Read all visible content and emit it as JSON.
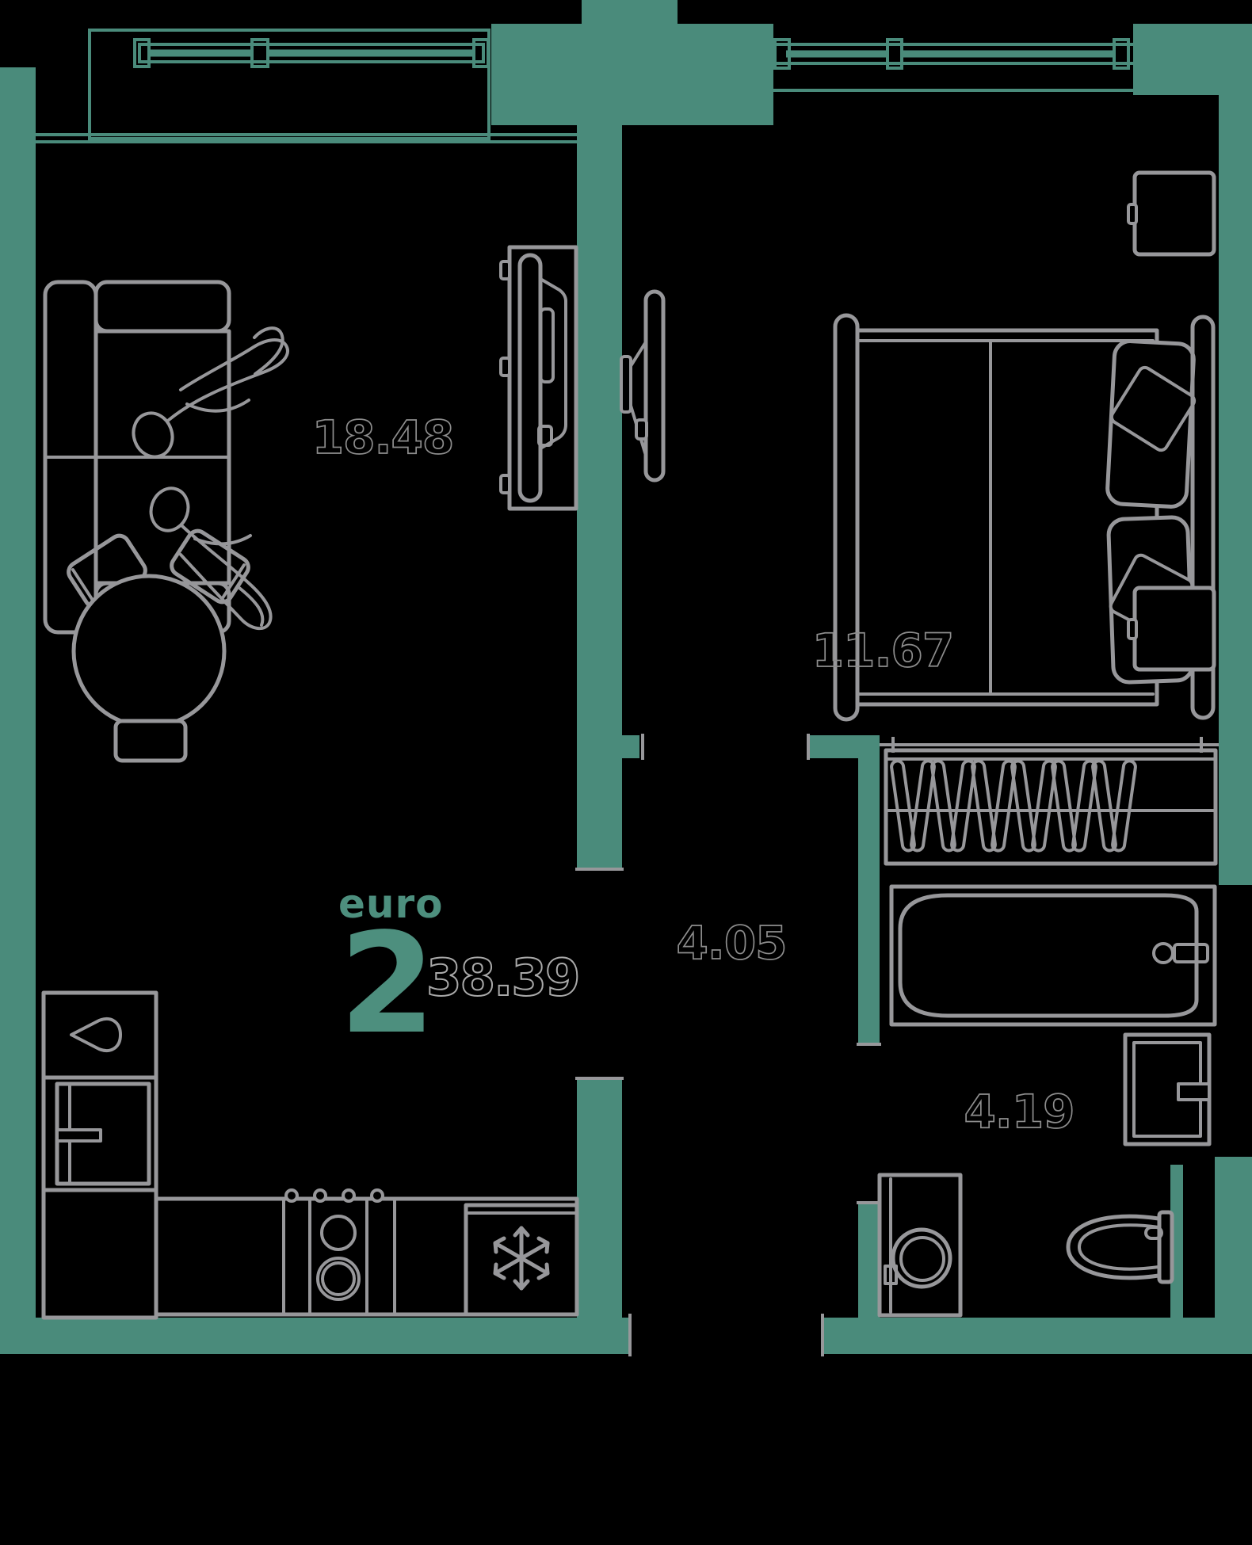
{
  "plan": {
    "type_label": "euro",
    "rooms_count": "2",
    "total_area": "38.39",
    "rooms": [
      {
        "id": "living-kitchen",
        "area": "18.48"
      },
      {
        "id": "bedroom",
        "area": "11.67"
      },
      {
        "id": "hallway",
        "area": "4.05"
      },
      {
        "id": "bathroom",
        "area": "4.19"
      }
    ],
    "colors": {
      "background": "#000000",
      "wall": "#4a8b7b",
      "furniture_outline": "#97979a",
      "accent_text": "#4d8f7e",
      "area_outline_text": "#8d8d8d"
    },
    "furniture": [
      "sofa",
      "lounging-people",
      "dining-table",
      "chairs",
      "tv-stand",
      "kitchen-sink",
      "stove",
      "fridge",
      "snowflake-icon",
      "wall-tv",
      "double-bed",
      "pillows",
      "nightstands",
      "towel-radiator",
      "bathtub",
      "bathroom-sink",
      "washing-machine",
      "toilet",
      "balcony-window",
      "bedroom-window"
    ]
  }
}
